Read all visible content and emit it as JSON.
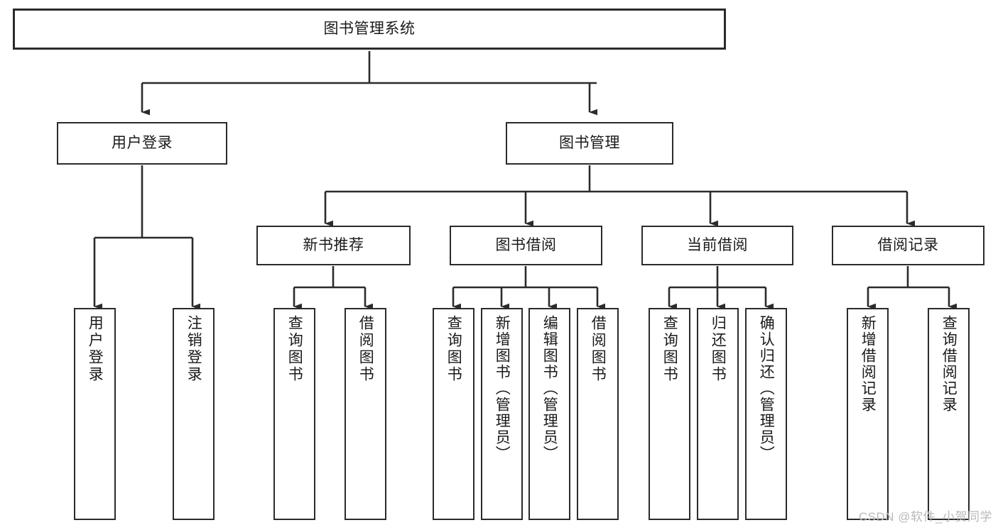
{
  "diagram": {
    "type": "tree-hierarchy",
    "title": "图书管理系统",
    "watermark": "CSDN @软件_小贺同学",
    "colors": {
      "border": "#2b2b2b",
      "background": "#ffffff",
      "text": "#1a1a1a",
      "watermark": "#b9b9b9"
    },
    "levels": {
      "root": {
        "label": "图书管理系统"
      },
      "level2": [
        {
          "label": "用户登录"
        },
        {
          "label": "图书管理"
        }
      ],
      "level3": [
        {
          "label": "新书推荐"
        },
        {
          "label": "图书借阅"
        },
        {
          "label": "当前借阅"
        },
        {
          "label": "借阅记录"
        }
      ],
      "leaves": {
        "user_login": [
          {
            "label": "用户登录"
          },
          {
            "label": "注销登录"
          }
        ],
        "new_book_recommend": [
          {
            "label": "查询图书"
          },
          {
            "label": "借阅图书"
          }
        ],
        "book_borrow": [
          {
            "label": "查询图书"
          },
          {
            "label": "新增图书（管理员）"
          },
          {
            "label": "编辑图书（管理员）"
          },
          {
            "label": "借阅图书"
          }
        ],
        "current_borrow": [
          {
            "label": "查询图书"
          },
          {
            "label": "归还图书"
          },
          {
            "label": "确认归还（管理员）"
          }
        ],
        "borrow_record": [
          {
            "label": "新增借阅记录"
          },
          {
            "label": "查询借阅记录"
          }
        ]
      }
    }
  }
}
